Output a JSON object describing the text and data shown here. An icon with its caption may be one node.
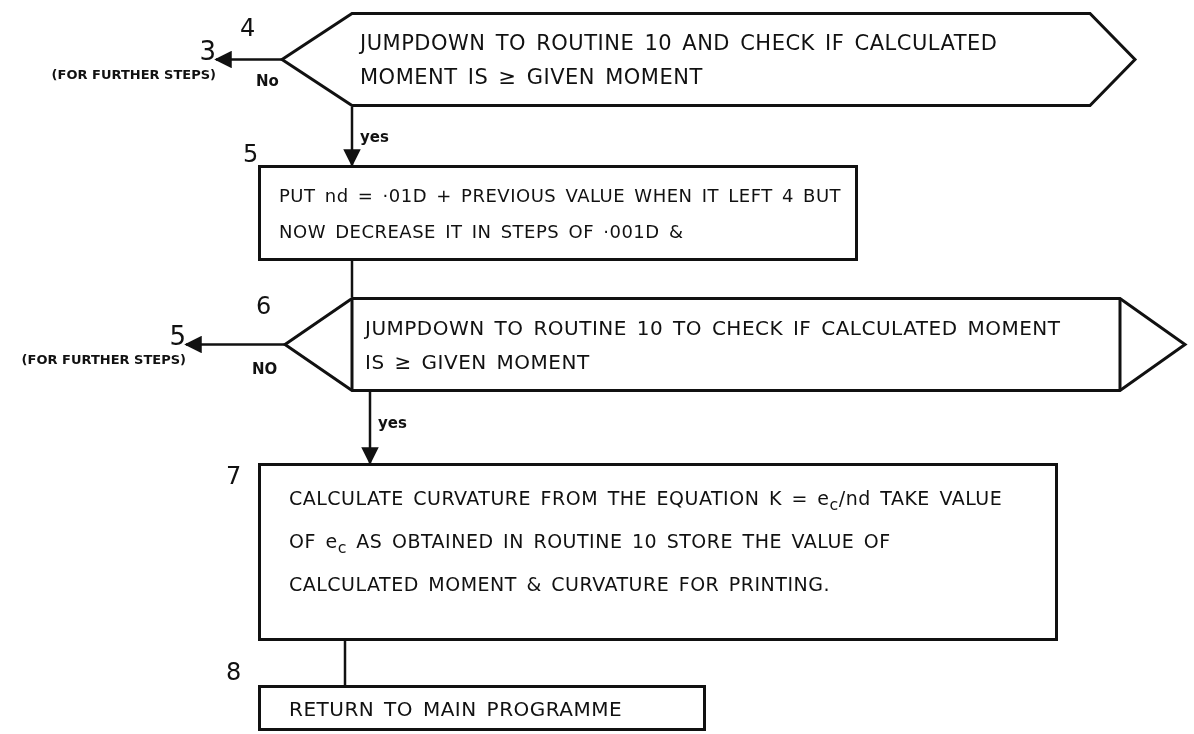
{
  "diagram": {
    "nodes": [
      {
        "text": [
          "JUMPDOWN TO ROUTINE 10 AND CHECK IF CALCULATED MOMENT IS ≥ GIVEN MOMENT"
        ],
        "beside": [
          "4"
        ]
      },
      {
        "text": [
          "3",
          "(FOR FURTHER STEPS)"
        ]
      },
      {
        "text": [
          "PUT nd = ·01D + PREVIOUS VALUE WHEN IT LEFT 4 BUT NOW DECREASE IT IN STEPS OF ·001D &"
        ],
        "beside": [
          "5"
        ]
      },
      {
        "text": [
          "JUMPDOWN TO ROUTINE 10 TO CHECK IF CALCULATED MOMENT IS ≥ GIVEN MOMENT"
        ],
        "beside": [
          "6"
        ]
      },
      {
        "text": [
          "5",
          "(FOR FURTHER STEPS)"
        ]
      },
      {
        "text": [
          "CALCULATE CURVATURE FROM THE EQUATION K = e$_{c}$/nd TAKE VALUE OF e$_{c}$ AS OBTAINED IN ROUTINE 10 STORE THE VALUE OF CALCULATED MOMENT & CURVATURE FOR PRINTING."
        ],
        "beside": [
          "7"
        ]
      },
      {
        "text": [
          "RETURN TO MAIN PROGRAMME"
        ],
        "beside": [
          "8"
        ]
      }
    ],
    "edges": [
      {
        "from": 0,
        "to": 1,
        "arrow": "to",
        "label": "No"
      },
      {
        "from": 0,
        "to": 2,
        "arrow": "to",
        "label": "yes"
      },
      {
        "from": 2,
        "to": 3,
        "arrow": "none"
      },
      {
        "from": 3,
        "to": 4,
        "arrow": "to",
        "label": "NO"
      },
      {
        "from": 3,
        "to": 5,
        "arrow": "to",
        "label": "yes"
      },
      {
        "from": 5,
        "to": 6,
        "arrow": "none"
      }
    ]
  }
}
